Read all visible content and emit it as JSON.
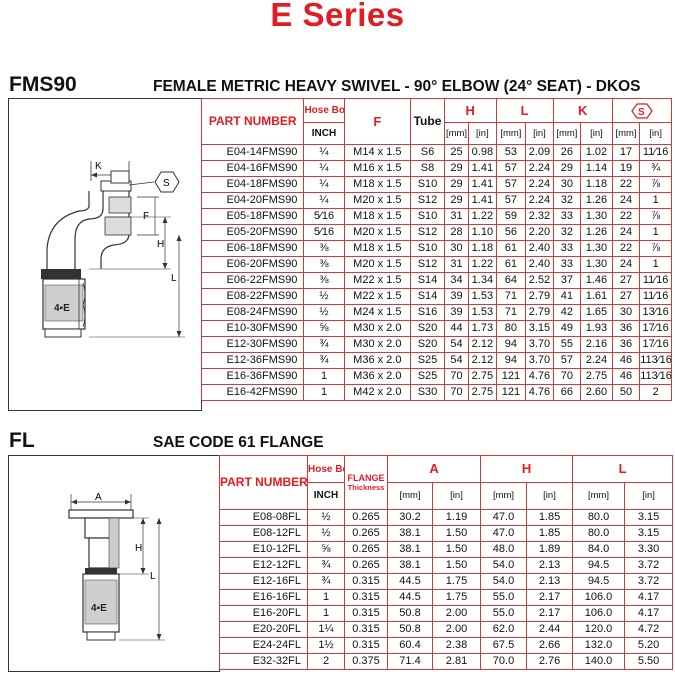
{
  "page": {
    "title": "E Series"
  },
  "fms90": {
    "code": "FMS90",
    "description": "FEMALE METRIC HEAVY SWIVEL - 90° ELBOW (24° SEAT) - DKOS",
    "headers": {
      "part": "PART NUMBER",
      "hose": "Hose Bore",
      "inch": "INCH",
      "f": "F",
      "tube": "Tube",
      "h": "H",
      "l": "L",
      "k": "K",
      "mm": "[mm]",
      "in": "[in]"
    },
    "diagram_labels": {
      "k": "K",
      "f": "F",
      "h": "H",
      "l": "L",
      "hex": "S"
    },
    "rows": [
      [
        "E04-14FMS90",
        "¼",
        "M14 x 1.5",
        "S6",
        "25",
        "0.98",
        "53",
        "2.09",
        "26",
        "1.02",
        "17",
        "11⁄16"
      ],
      [
        "E04-16FMS90",
        "¼",
        "M16 x 1.5",
        "S8",
        "29",
        "1.41",
        "57",
        "2.24",
        "29",
        "1.14",
        "19",
        "¾"
      ],
      [
        "E04-18FMS90",
        "¼",
        "M18 x 1.5",
        "S10",
        "29",
        "1.41",
        "57",
        "2.24",
        "30",
        "1.18",
        "22",
        "⅞"
      ],
      [
        "E04-20FMS90",
        "¼",
        "M20 x 1.5",
        "S12",
        "29",
        "1.41",
        "57",
        "2.24",
        "32",
        "1.26",
        "24",
        "1"
      ],
      [
        "E05-18FMS90",
        "5⁄16",
        "M18 x 1.5",
        "S10",
        "31",
        "1.22",
        "59",
        "2.32",
        "33",
        "1.30",
        "22",
        "⅞"
      ],
      [
        "E05-20FMS90",
        "5⁄16",
        "M20 x 1.5",
        "S12",
        "28",
        "1.10",
        "56",
        "2.20",
        "32",
        "1.26",
        "24",
        "1"
      ],
      [
        "E06-18FMS90",
        "⅜",
        "M18 x 1.5",
        "S10",
        "30",
        "1.18",
        "61",
        "2.40",
        "33",
        "1.30",
        "22",
        "⅞"
      ],
      [
        "E06-20FMS90",
        "⅜",
        "M20 x 1.5",
        "S12",
        "31",
        "1.22",
        "61",
        "2.40",
        "33",
        "1.30",
        "24",
        "1"
      ],
      [
        "E06-22FMS90",
        "⅜",
        "M22 x 1.5",
        "S14",
        "34",
        "1.34",
        "64",
        "2.52",
        "37",
        "1.46",
        "27",
        "11⁄16"
      ],
      [
        "E08-22FMS90",
        "½",
        "M22 x 1.5",
        "S14",
        "39",
        "1.53",
        "71",
        "2.79",
        "41",
        "1.61",
        "27",
        "11⁄16"
      ],
      [
        "E08-24FMS90",
        "½",
        "M24 x 1.5",
        "S16",
        "39",
        "1.53",
        "71",
        "2.79",
        "42",
        "1.65",
        "30",
        "13⁄16"
      ],
      [
        "E10-30FMS90",
        "⅝",
        "M30 x 2.0",
        "S20",
        "44",
        "1.73",
        "80",
        "3.15",
        "49",
        "1.93",
        "36",
        "17⁄16"
      ],
      [
        "E12-30FMS90",
        "¾",
        "M30 x 2.0",
        "S20",
        "54",
        "2.12",
        "94",
        "3.70",
        "55",
        "2.16",
        "36",
        "17⁄16"
      ],
      [
        "E12-36FMS90",
        "¾",
        "M36 x 2.0",
        "S25",
        "54",
        "2.12",
        "94",
        "3.70",
        "57",
        "2.24",
        "46",
        "113⁄16"
      ],
      [
        "E16-36FMS90",
        "1",
        "M36 x 2.0",
        "S25",
        "70",
        "2.75",
        "121",
        "4.76",
        "70",
        "2.75",
        "46",
        "113⁄16"
      ],
      [
        "E16-42FMS90",
        "1",
        "M42 x 2.0",
        "S30",
        "70",
        "2.75",
        "121",
        "4.76",
        "66",
        "2.60",
        "50",
        "2"
      ]
    ]
  },
  "fl": {
    "code": "FL",
    "description": "SAE CODE 61 FLANGE",
    "headers": {
      "part": "PART NUMBER",
      "hose": "Hose Bore",
      "inch": "INCH",
      "flange": "FLANGE",
      "thickness": "Thickness",
      "a": "A",
      "h": "H",
      "l": "L",
      "mm": "[mm]",
      "in": "[in]"
    },
    "diagram_labels": {
      "a": "A",
      "h": "H",
      "l": "L"
    },
    "rows": [
      [
        "E08-08FL",
        "½",
        "0.265",
        "30.2",
        "1.19",
        "47.0",
        "1.85",
        "80.0",
        "3.15"
      ],
      [
        "E08-12FL",
        "½",
        "0.265",
        "38.1",
        "1.50",
        "47.0",
        "1.85",
        "80.0",
        "3.15"
      ],
      [
        "E10-12FL",
        "⅝",
        "0.265",
        "38.1",
        "1.50",
        "48.0",
        "1.89",
        "84.0",
        "3.30"
      ],
      [
        "E12-12FL",
        "¾",
        "0.265",
        "38.1",
        "1.50",
        "54.0",
        "2.13",
        "94.5",
        "3.72"
      ],
      [
        "E12-16FL",
        "¾",
        "0.315",
        "44.5",
        "1.75",
        "54.0",
        "2.13",
        "94.5",
        "3.72"
      ],
      [
        "E16-16FL",
        "1",
        "0.315",
        "44.5",
        "1.75",
        "55.0",
        "2.17",
        "106.0",
        "4.17"
      ],
      [
        "E16-20FL",
        "1",
        "0.315",
        "50.8",
        "2.00",
        "55.0",
        "2.17",
        "106.0",
        "4.17"
      ],
      [
        "E20-20FL",
        "1¼",
        "0.315",
        "50.8",
        "2.00",
        "62.0",
        "2.44",
        "120.0",
        "4.72"
      ],
      [
        "E24-24FL",
        "1½",
        "0.315",
        "60.4",
        "2.38",
        "67.5",
        "2.66",
        "132.0",
        "5.20"
      ],
      [
        "E32-32FL",
        "2",
        "0.375",
        "71.4",
        "2.81",
        "70.0",
        "2.76",
        "140.0",
        "5.50"
      ]
    ]
  },
  "colors": {
    "accent": "#e31b23",
    "table_border": "#d23a3a"
  }
}
